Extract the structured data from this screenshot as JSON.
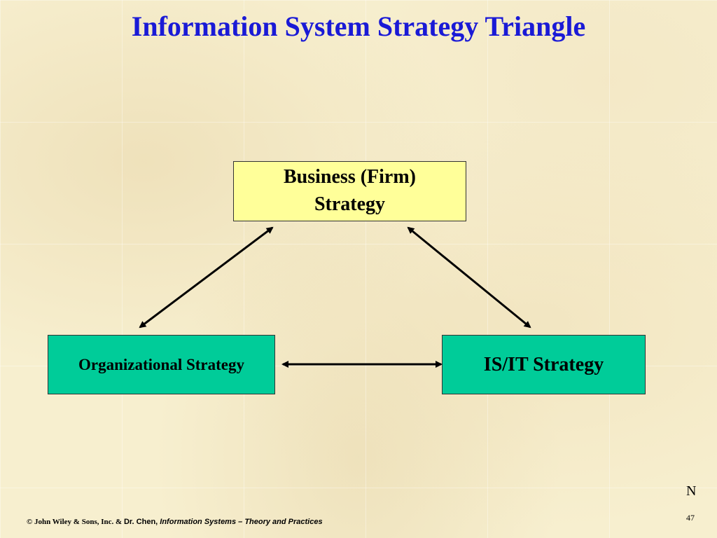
{
  "slide": {
    "title": "Information System Strategy Triangle",
    "corner_mark": "N",
    "page_number": "47"
  },
  "diagram": {
    "nodes": {
      "business": {
        "line1": "Business (Firm)",
        "line2": "Strategy"
      },
      "organizational": "Organizational Strategy",
      "isit": "IS/IT Strategy"
    },
    "edges": [
      {
        "from": "business",
        "to": "organizational",
        "direction": "both"
      },
      {
        "from": "business",
        "to": "isit",
        "direction": "both"
      },
      {
        "from": "organizational",
        "to": "isit",
        "direction": "both"
      }
    ],
    "colors": {
      "title": "#1a1ad6",
      "business_fill": "#ffff99",
      "strategy_fill": "#00cc99",
      "background": "#f7efcf"
    }
  },
  "footer": {
    "copyright": "© John Wiley & Sons, Inc. & ",
    "author": "Dr. Chen, ",
    "book": "Information Systems – Theory and Practices"
  }
}
